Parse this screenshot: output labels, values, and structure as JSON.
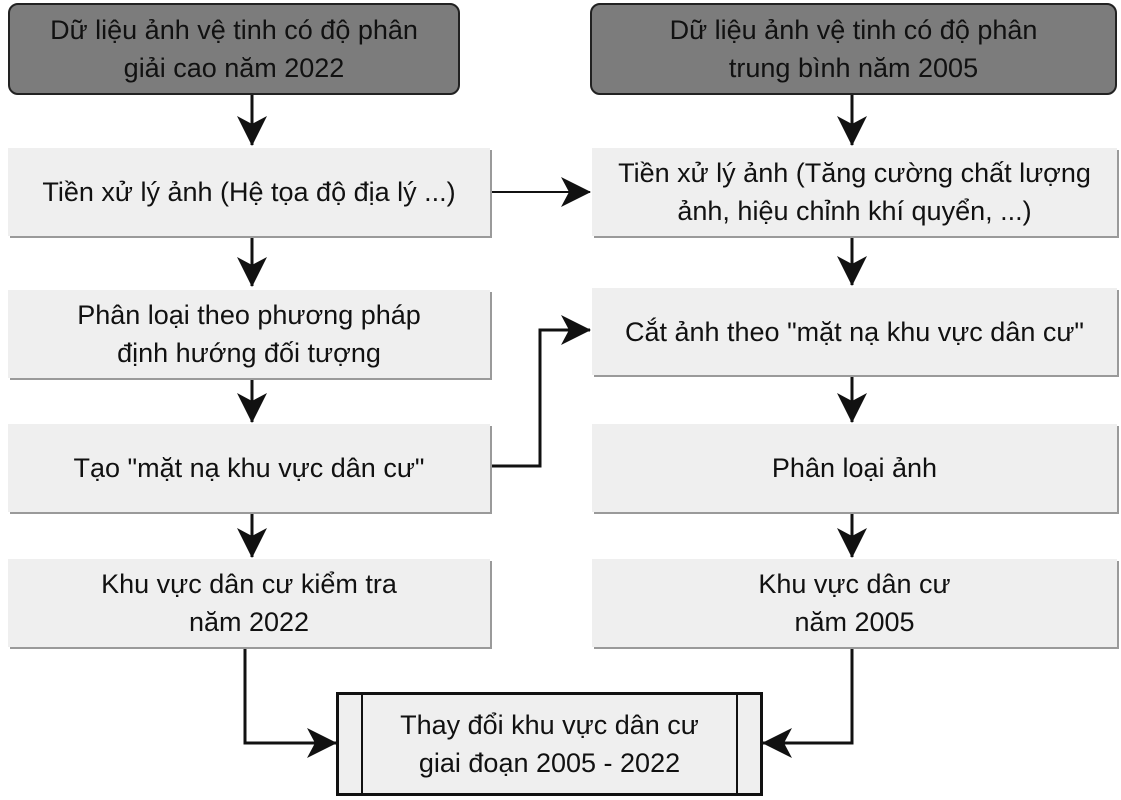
{
  "left": {
    "source": "Dữ liệu ảnh vệ tinh có độ phân giải cao năm 2022",
    "preprocess": "Tiền xử lý ảnh (Hệ tọa độ địa lý ...)",
    "classify": "Phân loại theo phương pháp định hướng đối tượng",
    "mask": "Tạo \"mặt nạ khu vực dân cư\"",
    "result": "Khu vực dân cư kiểm tra năm 2022"
  },
  "right": {
    "source": "Dữ liệu ảnh vệ tinh có độ phân trung bình năm 2005",
    "preprocess": "Tiền xử lý ảnh (Tăng cường chất lượng ảnh, hiệu chỉnh khí quyển, ...)",
    "crop": "Cắt ảnh theo \"mặt nạ khu vực dân cư\"",
    "classify": "Phân loại ảnh",
    "result": "Khu vực dân cư năm 2005"
  },
  "output": "Thay đổi khu vực dân cư giai đoạn 2005 - 2022"
}
